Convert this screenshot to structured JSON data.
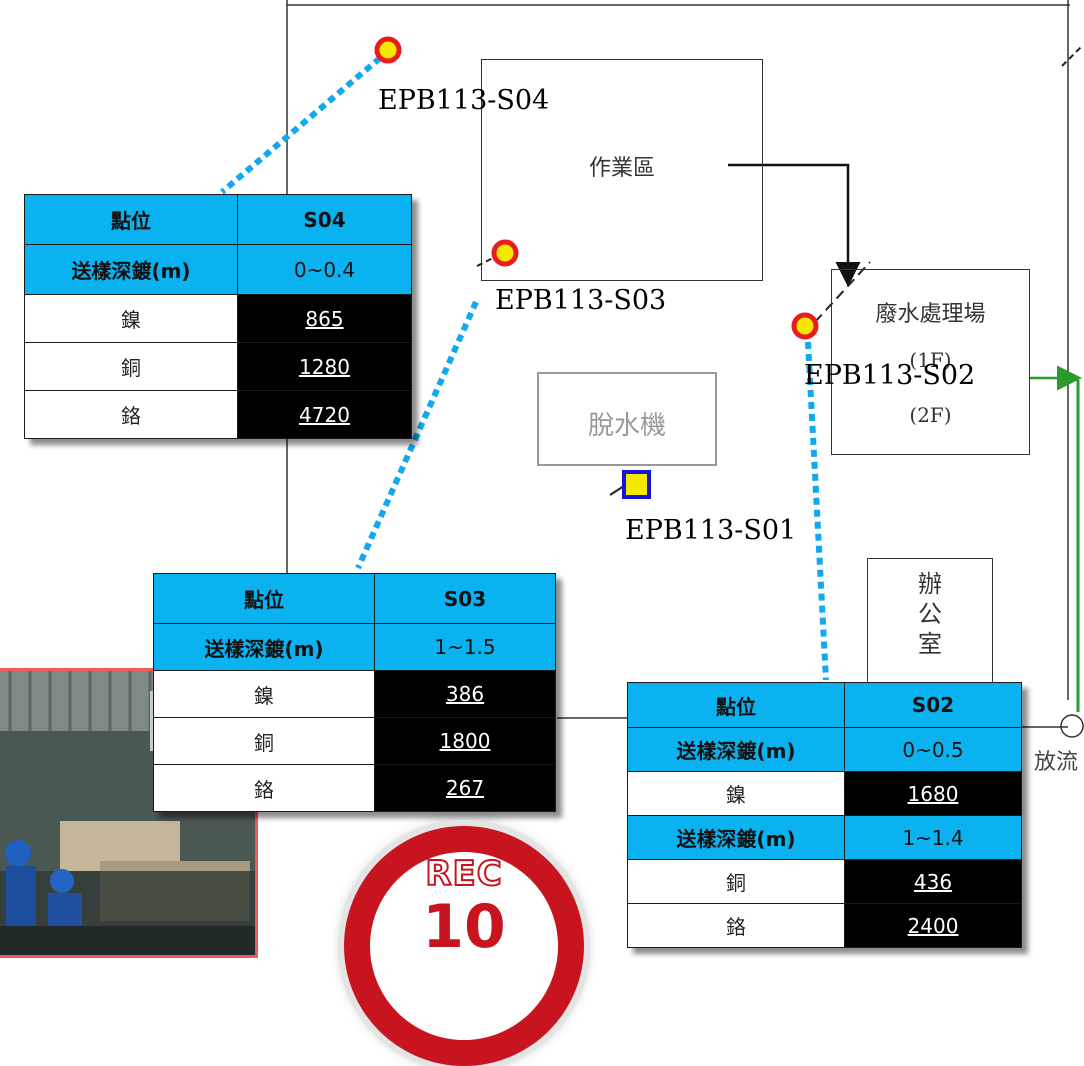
{
  "buildings": {
    "work_area": "作業區",
    "dewater": "脫水機",
    "wastewater_line1": "廢水處理場",
    "wastewater_line2": "(1F)",
    "wastewater_line3": "(2F)",
    "office": "辦公室",
    "outfall_partial": "放流"
  },
  "sample_points": {
    "s04": "EPB113-S04",
    "s03": "EPB113-S03",
    "s02": "EPB113-S02",
    "s01": "EPB113-S01"
  },
  "tables": {
    "s04": {
      "h1": "點位",
      "h2": "S04",
      "depth_label": "送樣深鍍(m)",
      "depth": "0~0.4",
      "rows": [
        {
          "name": "鎳",
          "value": "865"
        },
        {
          "name": "銅",
          "value": "1280"
        },
        {
          "name": "鉻",
          "value": "4720"
        }
      ]
    },
    "s03": {
      "h1": "點位",
      "h2": "S03",
      "depth_label": "送樣深鍍(m)",
      "depth": "1~1.5",
      "rows": [
        {
          "name": "鎳",
          "value": "386"
        },
        {
          "name": "銅",
          "value": "1800"
        },
        {
          "name": "鉻",
          "value": "267"
        }
      ]
    },
    "s02": {
      "h1": "點位",
      "h2": "S02",
      "depth_label": "送樣深鍍(m)",
      "depth": "0~0.5",
      "row1": {
        "name": "鎳",
        "value": "1680"
      },
      "depth_label2": "送樣深鍍(m)",
      "depth2": "1~1.4",
      "rows": [
        {
          "name": "銅",
          "value": "436"
        },
        {
          "name": "鉻",
          "value": "2400"
        }
      ]
    }
  },
  "badge": {
    "text": "REC",
    "number": "10"
  },
  "colors": {
    "table_header": "#0ab3ef",
    "value_cell": "#000000",
    "leader_line": "#12a8ee",
    "marker_ring": "#e81c1c",
    "marker_fill": "#f5e800",
    "s01_marker_border": "#1414d2",
    "flow_green": "#2a9a2a",
    "badge_red": "#c8141e",
    "photo_border": "#f05a5a"
  },
  "icons": {
    "sample_marker": "red-yellow-circle-marker",
    "s01_marker": "yellow-square-marker",
    "photo": "site-photo-workers"
  }
}
